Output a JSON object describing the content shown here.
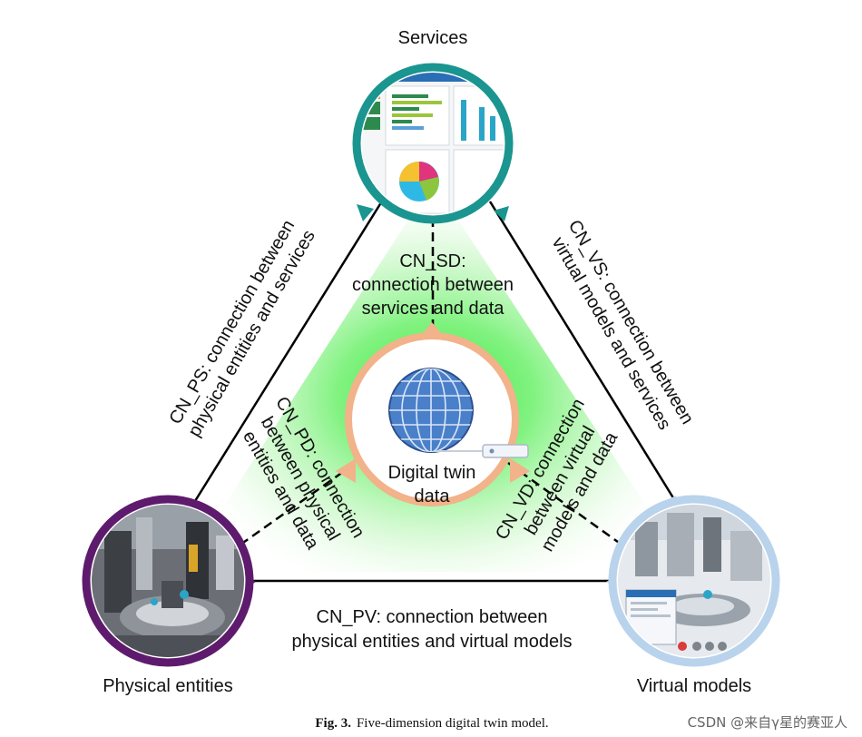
{
  "nodes": {
    "services": "Services",
    "physical": "Physical entities",
    "virtual": "Virtual models",
    "data": [
      "Digital twin",
      "data"
    ]
  },
  "connections": {
    "cn_sd": [
      "CN_SD:",
      "connection between",
      "services and data"
    ],
    "cn_ps": [
      "CN_PS: connection between",
      "physical entities and services"
    ],
    "cn_vs": [
      "CN_VS: connection between",
      "virtual models and services"
    ],
    "cn_pd": [
      "CN_PD: connection",
      "between physical",
      "entities and data"
    ],
    "cn_vd": [
      "CN_VD: connection",
      "between virtual",
      "models and data"
    ],
    "cn_pv": [
      "CN_PV: connection between",
      "physical entities and virtual models"
    ]
  },
  "caption": {
    "label": "Fig. 3.",
    "text": "Five-dimension digital twin model."
  },
  "watermark": "CSDN @来自γ星的赛亚人",
  "colors": {
    "services_ring": "#1a958f",
    "physical_ring": "#5e1b6d",
    "virtual_ring": "#b9d3ec",
    "data_ring": "#f2b28a",
    "glow": "#39e83e",
    "globe": "#4a7fc9"
  }
}
